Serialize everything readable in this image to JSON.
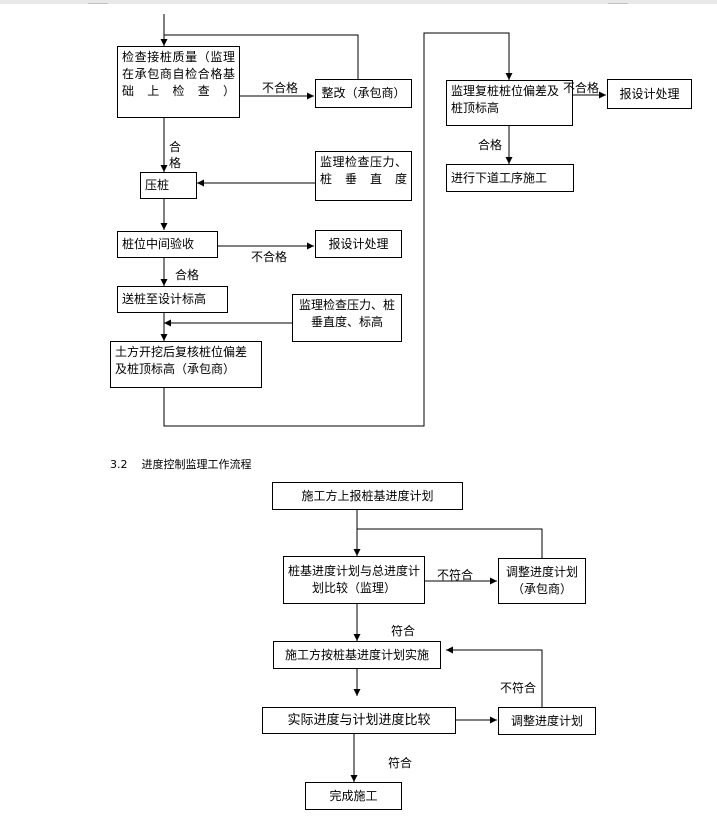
{
  "flow1": {
    "check_quality": "检查接桩质量（监理在承包商自检合格基础上检查）",
    "rectify": "整改（承包商）",
    "unqualified_1": "不合格",
    "qualified_1": "合格",
    "press_pile": "压桩",
    "supervise_pressure": "监理检查压力、桩垂直度",
    "mid_acceptance": "桩位中间验收",
    "unqualified_2": "不合格",
    "report_design_1": "报设计处理",
    "qualified_2": "合格",
    "send_to_elevation": "送桩至设计标高",
    "supervise_pressure_2": "监理检查压力、桩垂直度、标高",
    "earthwork_recheck": "土方开挖后复核桩位偏差及桩顶标高（承包商）",
    "supervise_recheck": "监理复桩桩位偏差及桩顶标高",
    "unqualified_3": "不合格",
    "report_design_2": "报设计处理",
    "qualified_3": "合格",
    "next_process": "进行下道工序施工"
  },
  "section": {
    "number": "3.2",
    "title": "进度控制监理工作流程"
  },
  "flow2": {
    "report_schedule": "施工方上报桩基进度计划",
    "compare_schedule": "桩基进度计划与总进度计划比较（监理）",
    "not_match_1": "不符合",
    "adjust_schedule_1": "调整进度计划（承包商）",
    "match_1": "符合",
    "implement": "施工方按桩基进度计划实施",
    "not_match_2": "不符合",
    "actual_compare": "实际进度与计划进度比较",
    "adjust_schedule_2": "调整进度计划",
    "match_2": "符合",
    "complete": "完成施工"
  }
}
